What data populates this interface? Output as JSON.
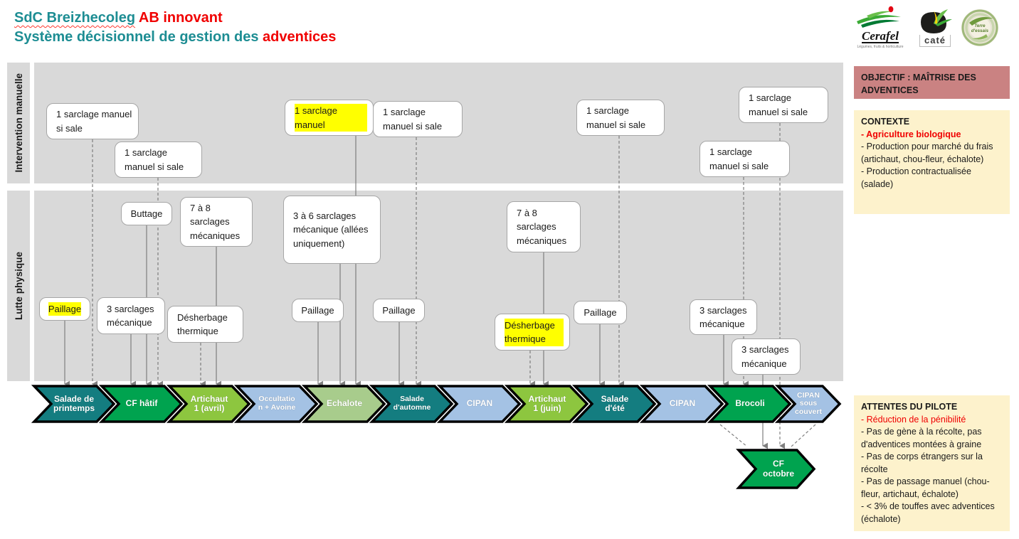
{
  "header": {
    "title_line1_teal": "SdC Breizhecoleg",
    "title_line1_red": "AB innovant",
    "title_line2_teal": "Système décisionnel de gestion des",
    "title_line2_red": "adventices",
    "logos": [
      {
        "name": "Cerafel",
        "tagline": "Légumes, fruits & horticulture"
      },
      {
        "name": "caté"
      },
      {
        "name": "Terre d'essais"
      }
    ]
  },
  "rows": [
    {
      "label": "Intervention manuelle"
    },
    {
      "label": "Lutte physique"
    }
  ],
  "side_panels": {
    "objectif": {
      "title": "OBJECTIF : MAÎTRISE DES ADVENTICES",
      "bg": "#ca8282"
    },
    "contexte": {
      "title": "CONTEXTE",
      "bg": "#fdf2cc",
      "items": [
        {
          "text": "- Agriculture biologique",
          "red": true
        },
        {
          "text": "- Production pour marché du frais (artichaut, chou-fleur, échalote)",
          "red": false
        },
        {
          "text": "- Production contractualisée (salade)",
          "red": false
        }
      ]
    },
    "attentes": {
      "title": "ATTENTES DU PILOTE",
      "bg": "#fdf2cc",
      "items": [
        {
          "text": "- Réduction de la pénibilité",
          "red": true
        },
        {
          "text": "- Pas de gène à la récolte, pas d'adventices montées à graine",
          "red": false
        },
        {
          "text": "- Pas de corps étrangers sur la récolte",
          "red": false
        },
        {
          "text": "- Pas de passage manuel (chou-fleur, artichaut, échalote)",
          "red": false
        },
        {
          "text": "- < 3% de touffes avec adventices (échalote)",
          "red": false
        }
      ]
    }
  },
  "interventions": [
    {
      "label": "1 sarclage manuel si sale",
      "highlighted": false
    },
    {
      "label": "1 sarclage manuel si sale",
      "highlighted": false
    },
    {
      "label": "1 sarclage manuel",
      "highlighted": true
    },
    {
      "label": "1 sarclage manuel si sale",
      "highlighted": false
    },
    {
      "label": "1 sarclage manuel si sale",
      "highlighted": false
    },
    {
      "label": "1 sarclage manuel si sale",
      "highlighted": false
    },
    {
      "label": "1 sarclage manuel si sale",
      "highlighted": false
    },
    {
      "label": "Buttage",
      "highlighted": false
    },
    {
      "label": "7 à 8 sarclages mécaniques",
      "highlighted": false
    },
    {
      "label": "Paillage",
      "highlighted": true
    },
    {
      "label": "3 sarclages mécanique",
      "highlighted": false
    },
    {
      "label": "Désherbage thermique",
      "highlighted": false
    },
    {
      "label": "3 à 6 sarclages mécanique (allées uniquement)",
      "highlighted": false
    },
    {
      "label": "Paillage",
      "highlighted": false
    },
    {
      "label": "Paillage",
      "highlighted": false
    },
    {
      "label": "7 à 8 sarclages mécaniques",
      "highlighted": false
    },
    {
      "label": "Désherbage thermique",
      "highlighted": true
    },
    {
      "label": "Paillage",
      "highlighted": false
    },
    {
      "label": "3 sarclages mécanique",
      "highlighted": false
    },
    {
      "label": "3 sarclages mécanique",
      "highlighted": false
    }
  ],
  "timeline": {
    "crops": [
      {
        "label": "Salade de\nprintemps",
        "color": "#147d80"
      },
      {
        "label": "CF hâtif",
        "color": "#00a34f"
      },
      {
        "label": "Artichaut\n1 (avril)",
        "color": "#8dc63f"
      },
      {
        "label": "Occultatio\nn + Avoine",
        "color": "#a4c2e4"
      },
      {
        "label": "Echalote",
        "color": "#a8cc8c"
      },
      {
        "label": "Salade\nd'automne",
        "color": "#147d80"
      },
      {
        "label": "CIPAN",
        "color": "#a4c2e4"
      },
      {
        "label": "Artichaut\n1 (juin)",
        "color": "#8dc63f"
      },
      {
        "label": "Salade\nd'été",
        "color": "#147d80"
      },
      {
        "label": "CIPAN",
        "color": "#a4c2e4"
      },
      {
        "label": "Brocoli",
        "color": "#00a34f"
      },
      {
        "label": "CIPAN\nsous\ncouvert",
        "color": "#a4c2e4"
      }
    ],
    "extra_crop": {
      "label": "CF\noctobre",
      "color": "#00a34f"
    }
  },
  "colors": {
    "panel_gray": "#d9d9d9",
    "highlight_yellow": "#ffff00",
    "connector_gray": "#7f7f7f",
    "title_teal": "#1d8d93",
    "accent_red": "#f00000"
  }
}
